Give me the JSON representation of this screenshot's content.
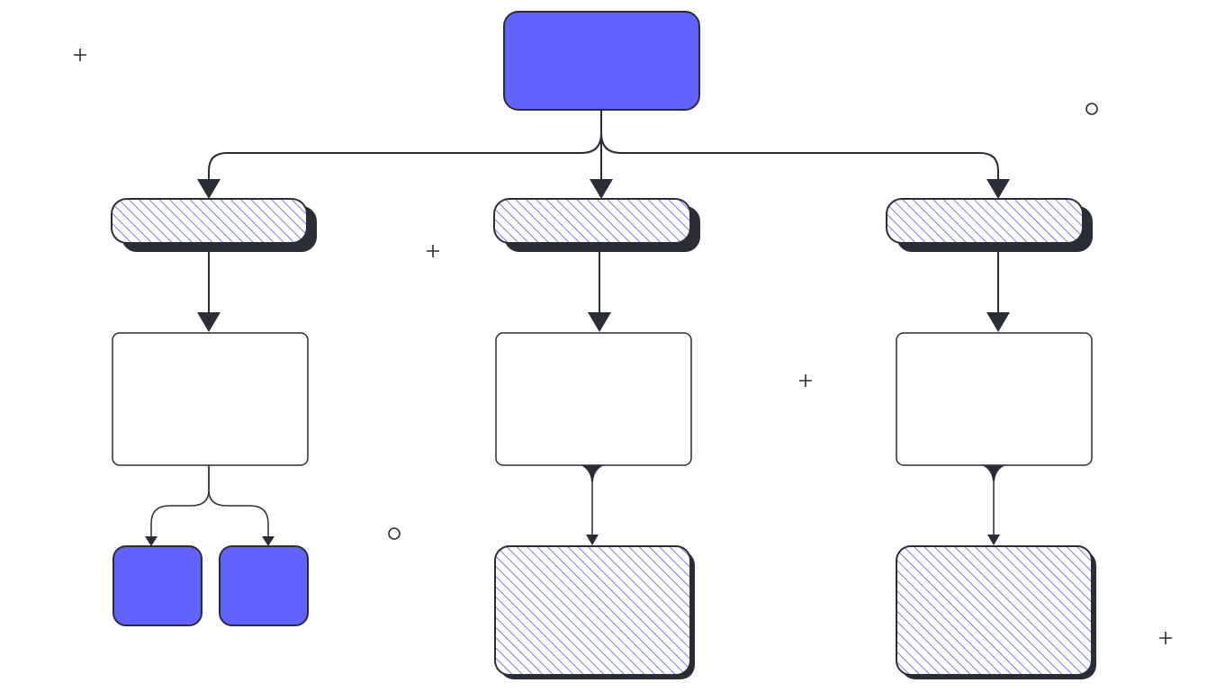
{
  "diagram": {
    "type": "hierarchy-flowchart",
    "labels": [],
    "colors": {
      "solid_fill": "#6262ff",
      "stroke": "#2b2d36",
      "hatch": "#5a5af0",
      "shadow": "#2b2d36",
      "background": "#ffffff"
    },
    "nodes": [
      {
        "id": "root",
        "style": "solid"
      },
      {
        "id": "branch-left",
        "style": "hatched-pill"
      },
      {
        "id": "branch-middle",
        "style": "hatched-pill"
      },
      {
        "id": "branch-right",
        "style": "hatched-pill"
      },
      {
        "id": "card-left",
        "style": "outline"
      },
      {
        "id": "card-middle",
        "style": "outline"
      },
      {
        "id": "card-right",
        "style": "outline"
      },
      {
        "id": "leaf-left-a",
        "style": "solid"
      },
      {
        "id": "leaf-left-b",
        "style": "solid"
      },
      {
        "id": "leaf-middle",
        "style": "hatched"
      },
      {
        "id": "leaf-right",
        "style": "hatched"
      }
    ],
    "edges": [
      {
        "from": "root",
        "to": "branch-left"
      },
      {
        "from": "root",
        "to": "branch-middle"
      },
      {
        "from": "root",
        "to": "branch-right"
      },
      {
        "from": "branch-left",
        "to": "card-left"
      },
      {
        "from": "branch-middle",
        "to": "card-middle"
      },
      {
        "from": "branch-right",
        "to": "card-right"
      },
      {
        "from": "card-left",
        "to": "leaf-left-a"
      },
      {
        "from": "card-left",
        "to": "leaf-left-b"
      },
      {
        "from": "card-middle",
        "to": "leaf-middle"
      },
      {
        "from": "card-right",
        "to": "leaf-right"
      }
    ],
    "decorations": [
      {
        "type": "plus-icon"
      },
      {
        "type": "plus-icon"
      },
      {
        "type": "plus-icon"
      },
      {
        "type": "plus-icon"
      },
      {
        "type": "circle-icon"
      },
      {
        "type": "circle-icon"
      }
    ]
  }
}
